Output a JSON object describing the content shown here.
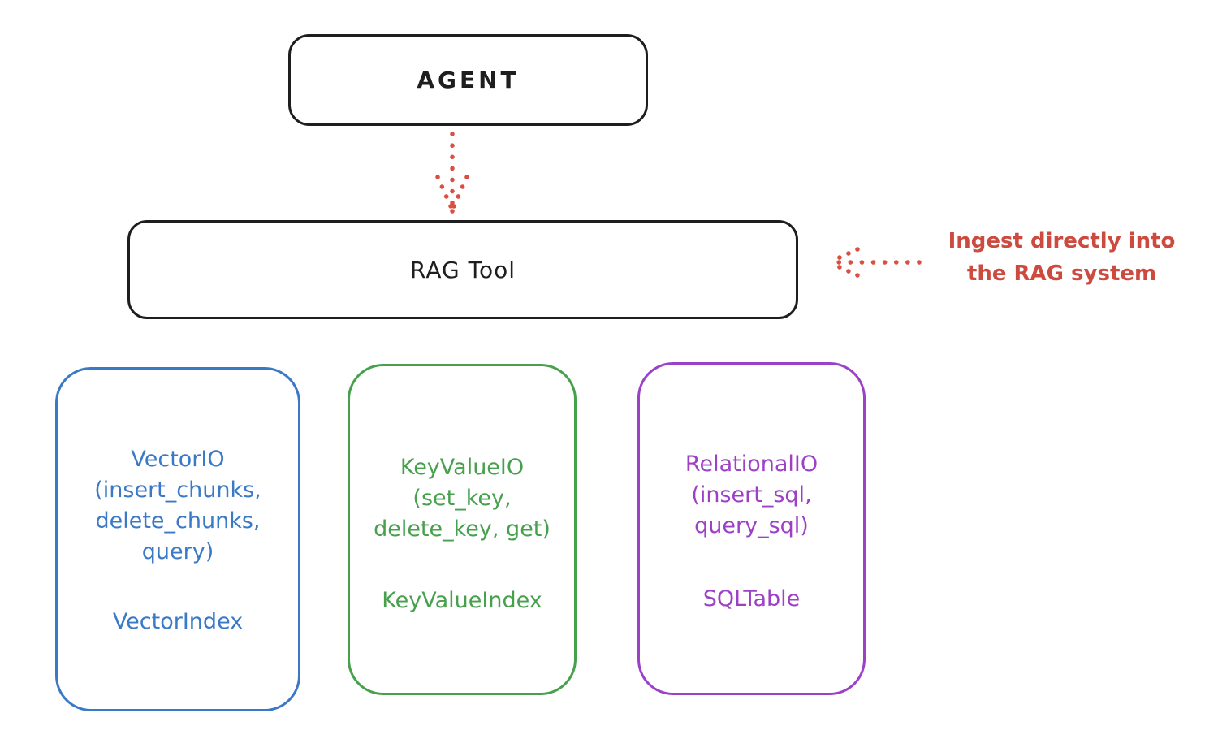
{
  "diagram": {
    "background": "#ffffff",
    "stroke_color": "#1e1e1e",
    "arrow_color": "#da4f43"
  },
  "agent_box": {
    "label": "AGENT"
  },
  "rag_tool_box": {
    "label": "RAG Tool"
  },
  "ingest_annotation": {
    "line1": "Ingest directly into",
    "line2": "the RAG system",
    "color": "#cd4a3f"
  },
  "stores": [
    {
      "color": "#3a79c6",
      "lines": [
        "VectorIO",
        "(insert_chunks,",
        "delete_chunks,",
        "query)"
      ],
      "index": "VectorIndex"
    },
    {
      "color": "#46a04c",
      "lines": [
        "KeyValueIO",
        "(set_key,",
        "delete_key, get)"
      ],
      "index": "KeyValueIndex"
    },
    {
      "color": "#9c40c6",
      "lines": [
        "RelationalIO",
        "(insert_sql,",
        "query_sql)"
      ],
      "index": "SQLTable"
    }
  ]
}
